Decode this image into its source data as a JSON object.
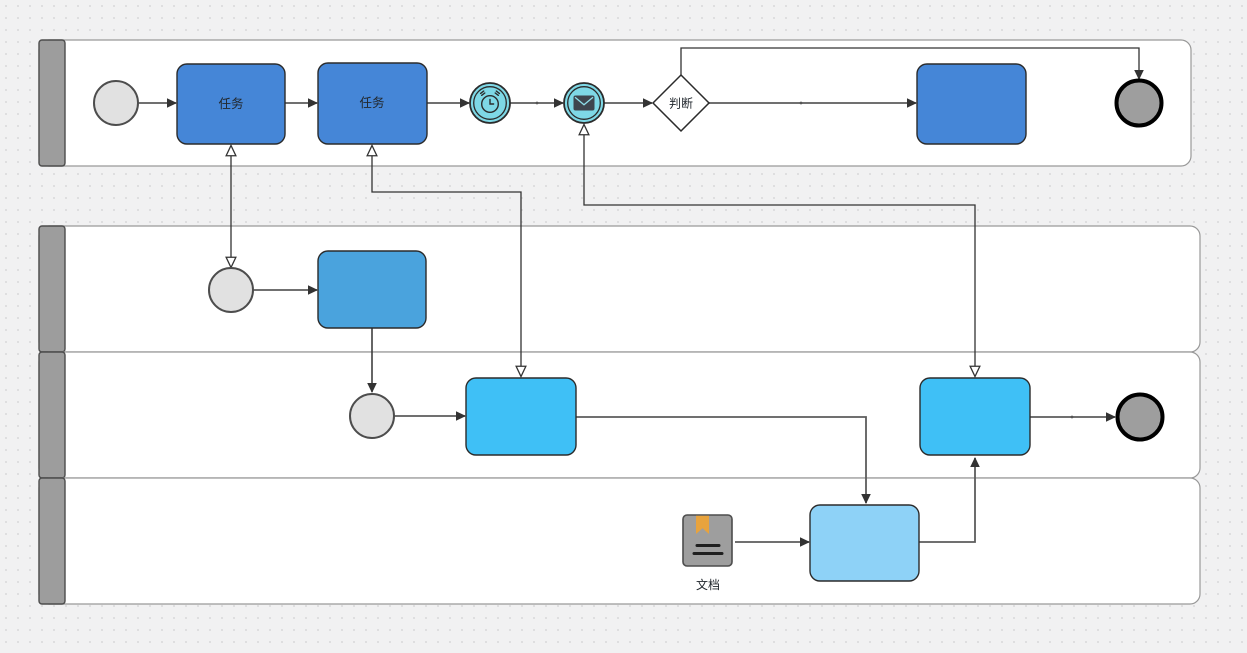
{
  "labels": {
    "task1": "任务",
    "task2": "任务",
    "gateway": "判断",
    "document": "文档"
  },
  "icons": {
    "timer": "alarm-clock-icon",
    "message": "envelope-icon",
    "document": "document-bookmark-icon"
  },
  "colors": {
    "canvas_bg": "#f1f1f2",
    "grid_dot": "#dcdcde",
    "lane_fill": "#ffffff",
    "lane_border": "#999999",
    "lane_header_fill": "#9d9d9d",
    "lane_header_border": "#4d4d4d",
    "task_fill": "#4586d7",
    "subtask_fill": "#4aa3dd",
    "cyan_task_fill": "#3fc0f6",
    "light_task_fill": "#8ed2f7",
    "node_border": "#2b2b2b",
    "event_border": "#4d4d4d",
    "event_start_fill": "#e1e1e1",
    "event_end_fill": "#9e9e9e",
    "event_intermediate_fill": "#7ed8e6",
    "gateway_fill": "#ffffff",
    "doc_fill": "#9e9e9e",
    "doc_bookmark": "#e8a33d",
    "flow_line": "#5c5c5c",
    "assoc_line": "#333333",
    "label_text": "#22282e",
    "envelope_fill": "#3e454e",
    "envelope_flap": "#8fdde8"
  }
}
